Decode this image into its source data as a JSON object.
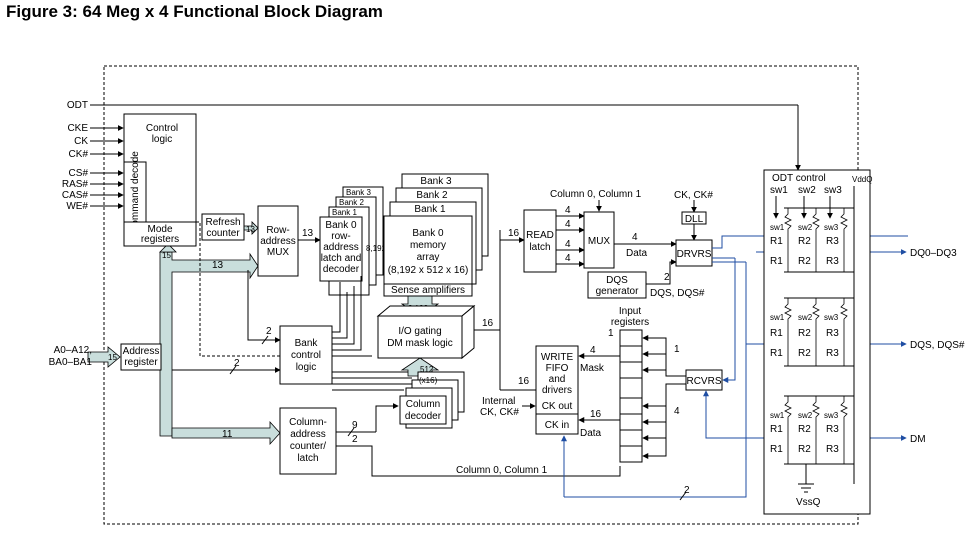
{
  "figure": {
    "title": "Figure 3: 64 Meg x 4 Functional Block Diagram"
  },
  "inputs": {
    "odt": "ODT",
    "cke": "CKE",
    "ck": "CK",
    "ck_n": "CK#",
    "cs": "CS#",
    "ras": "RAS#",
    "cas": "CAS#",
    "we": "WE#",
    "addr1": "A0–A12,",
    "addr2": "BA0–BA1"
  },
  "blocks": {
    "control_logic": [
      "Control",
      "logic"
    ],
    "command_decode": "Command decode",
    "mode_registers": [
      "Mode",
      "registers"
    ],
    "refresh_counter": [
      "Refresh",
      "counter"
    ],
    "row_mux": [
      "Row-",
      "address",
      "MUX"
    ],
    "row_latch": [
      "Bank 0",
      "row-",
      "address",
      "latch and",
      "decoder"
    ],
    "row_latch_banks": [
      "Bank 1",
      "Bank 2",
      "Bank 3"
    ],
    "memory_array": [
      "Bank 0",
      "memory",
      "array",
      "(8,192 x 512 x 16)"
    ],
    "memory_banks": [
      "Bank 1",
      "Bank 2",
      "Bank 3"
    ],
    "sense_amps": "Sense amplifiers",
    "io_gating": [
      "I/O gating",
      "DM mask logic"
    ],
    "bank_control": [
      "Bank",
      "control",
      "logic"
    ],
    "address_register": [
      "Address",
      "register"
    ],
    "column_counter": [
      "Column-",
      "address",
      "counter/",
      "latch"
    ],
    "column_decoder": [
      "Column",
      "decoder"
    ],
    "read_latch": [
      "READ",
      "latch"
    ],
    "mux": "MUX",
    "dqs_generator": [
      "DQS",
      "generator"
    ],
    "dll": "DLL",
    "drvrs": "DRVRS",
    "rcvrs": "RCVRS",
    "write_fifo": [
      "WRITE",
      "FIFO",
      "and",
      "drivers"
    ],
    "ck_out": "CK out",
    "ck_in": "CK in",
    "input_registers": [
      "Input",
      "registers"
    ],
    "odt_control": "ODT control",
    "vddq": "VddQ",
    "vssq": "VssQ"
  },
  "signals": {
    "column01_top": "Column 0, Column 1",
    "column01_bottom": "Column 0, Column 1",
    "ck_pair": "CK, CK#",
    "data": "Data",
    "dqs_pair": "DQS, DQS#",
    "internal_ck": [
      "Internal",
      "CK, CK#"
    ],
    "mask": "Mask",
    "data_in": "Data"
  },
  "widths": {
    "w15": "15",
    "w13": "13",
    "w13b": "13",
    "w2": "2",
    "w2b": "2",
    "w11": "11",
    "w8192": "8,192",
    "w8192b": "8,192",
    "w16": "16",
    "w16b": "16",
    "w16c": "16",
    "w4": "4",
    "w512": "512",
    "w512x": "(x16)",
    "w9": "9",
    "w2c": "2",
    "w2d": "2",
    "w2e": "2",
    "w1": "1",
    "w1b": "1",
    "w4b": "4",
    "w4c": "4"
  },
  "odt_switches": {
    "sw1": "sw1",
    "sw2": "sw2",
    "sw3": "sw3",
    "r1": "R1",
    "r2": "R2",
    "r3": "R3"
  },
  "outputs": {
    "dq": "DQ0–DQ3",
    "dqs": "DQS, DQS#",
    "dm": "DM"
  },
  "colors": {
    "bus_fill": "#c9dedc",
    "blue_wire": "#1f4ea3"
  }
}
